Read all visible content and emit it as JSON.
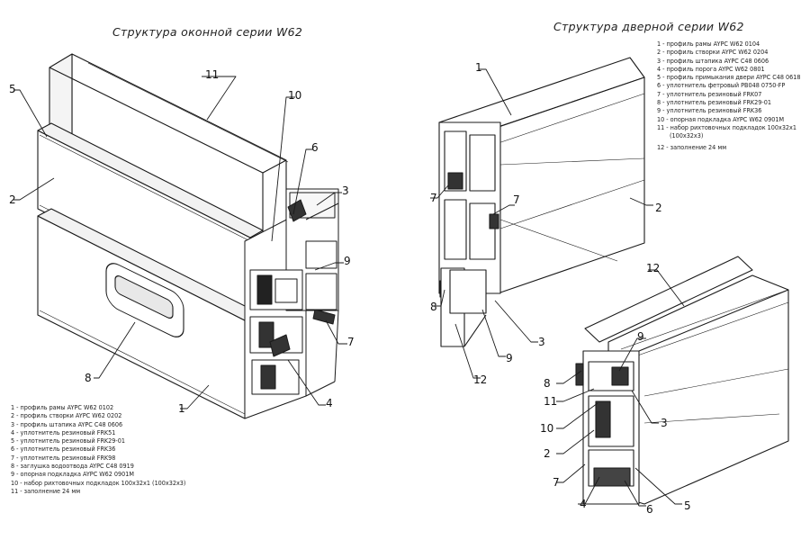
{
  "window": {
    "title": "Структура оконной серии W62",
    "legend": [
      "1 - профиль рамы AYPC W62 0102",
      "2 - профиль створки AYPC W62 0202",
      "3 - профиль штапика AYPC C48 0606",
      "4 - уплотнитель резиновый FRK51",
      "5 - уплотнитель резиновый FRK29-01",
      "6 - уплотнитель резиновый FRK36",
      "7 - уплотнитель резиновый FRK98",
      "8 - заглушка водоотвода AYPC C48 0919",
      "9 - опорная подкладка AYPC W62 0901M",
      "10 - набор рихтовочных подкладок 100x32x1 (100x32x3)",
      "11 - заполнение 24 мм"
    ],
    "callouts": [
      "1",
      "2",
      "3",
      "4",
      "5",
      "6",
      "7",
      "8",
      "9",
      "10",
      "11"
    ]
  },
  "door": {
    "title": "Структура дверной серии W62",
    "legend": [
      "1 - профиль рамы AYPC W62 0104",
      "2 - профиль створки AYPC W62 0204",
      "3 - профиль штапика AYPC C48 0606",
      "4 - профиль порога AYPC W62 0801",
      "5 - профиль примыкания двери AYPC C48 0618",
      "6 - уплотнитель фетровый PB048 0750-FP",
      "7 - уплотнитель резиновый FRK07",
      "8 - уплотнитель резиновый FRK29-01",
      "9 - уплотнитель резиновый FRK36",
      "10 - опорная подкладка AYPC W62 0901M",
      "11 - набор рихтовочных подкладок 100x32x1",
      "(100x32x3)",
      "12 - заполнение 24 мм"
    ],
    "upper_callouts": [
      "1",
      "2",
      "3",
      "7",
      "7",
      "8",
      "9",
      "12"
    ],
    "lower_callouts": [
      "12",
      "9",
      "8",
      "11",
      "10",
      "3",
      "2",
      "7",
      "4",
      "6",
      "5"
    ]
  }
}
